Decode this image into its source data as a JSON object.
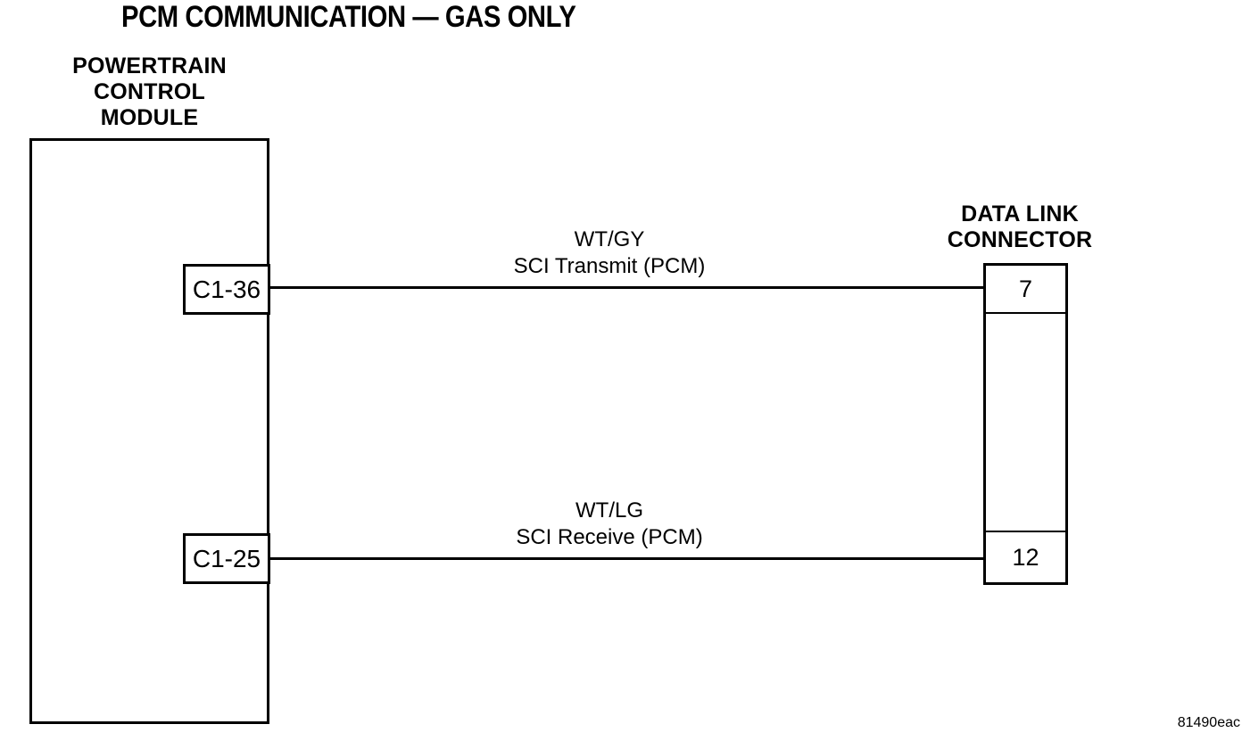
{
  "title": "PCM COMMUNICATION — GAS ONLY",
  "figure_id": "81490eac",
  "colors": {
    "line": "#000000",
    "background": "#ffffff",
    "text": "#000000"
  },
  "modules": {
    "pcm": {
      "label": "POWERTRAIN CONTROL MODULE",
      "label_lines": [
        "POWERTRAIN",
        "CONTROL",
        "MODULE"
      ],
      "pins": [
        {
          "id": "C1-36"
        },
        {
          "id": "C1-25"
        }
      ]
    },
    "dlc": {
      "label": "DATA LINK CONNECTOR",
      "label_lines": [
        "DATA LINK",
        "CONNECTOR"
      ],
      "pins": [
        {
          "id": "7"
        },
        {
          "id": "12"
        }
      ]
    }
  },
  "wires": [
    {
      "color_code": "WT/GY",
      "signal": "SCI Transmit (PCM)",
      "from_pin": "C1-36",
      "to_pin": "7"
    },
    {
      "color_code": "WT/LG",
      "signal": "SCI Receive (PCM)",
      "from_pin": "C1-25",
      "to_pin": "12"
    }
  ]
}
